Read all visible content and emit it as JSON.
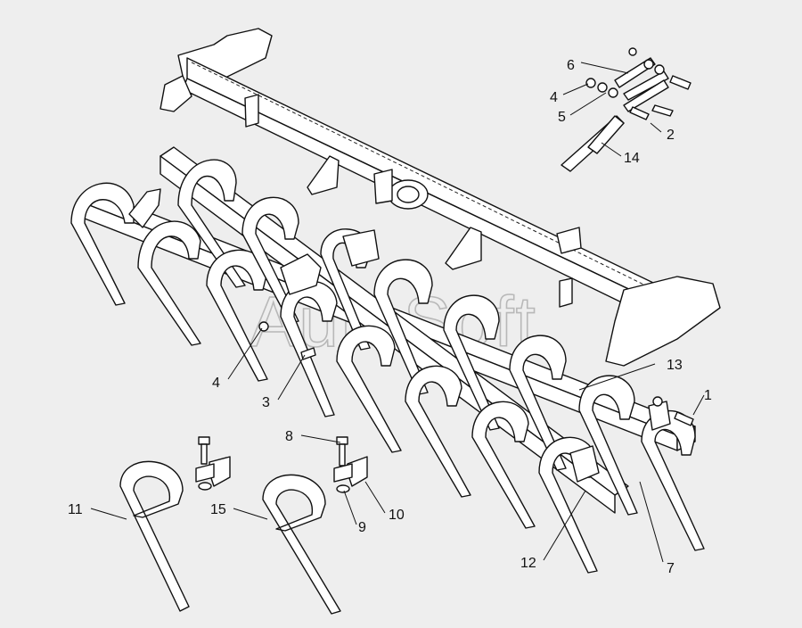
{
  "watermark": "AutoSoft",
  "callouts": [
    {
      "id": "c6",
      "text": "6"
    },
    {
      "id": "c4a",
      "text": "4"
    },
    {
      "id": "c5",
      "text": "5"
    },
    {
      "id": "c2",
      "text": "2"
    },
    {
      "id": "c14",
      "text": "14"
    },
    {
      "id": "c13",
      "text": "13"
    },
    {
      "id": "c1",
      "text": "1"
    },
    {
      "id": "c4b",
      "text": "4"
    },
    {
      "id": "c3",
      "text": "3"
    },
    {
      "id": "c8",
      "text": "8"
    },
    {
      "id": "c11",
      "text": "11"
    },
    {
      "id": "c15",
      "text": "15"
    },
    {
      "id": "c9",
      "text": "9"
    },
    {
      "id": "c10",
      "text": "10"
    },
    {
      "id": "c12",
      "text": "12"
    },
    {
      "id": "c7",
      "text": "7"
    }
  ]
}
